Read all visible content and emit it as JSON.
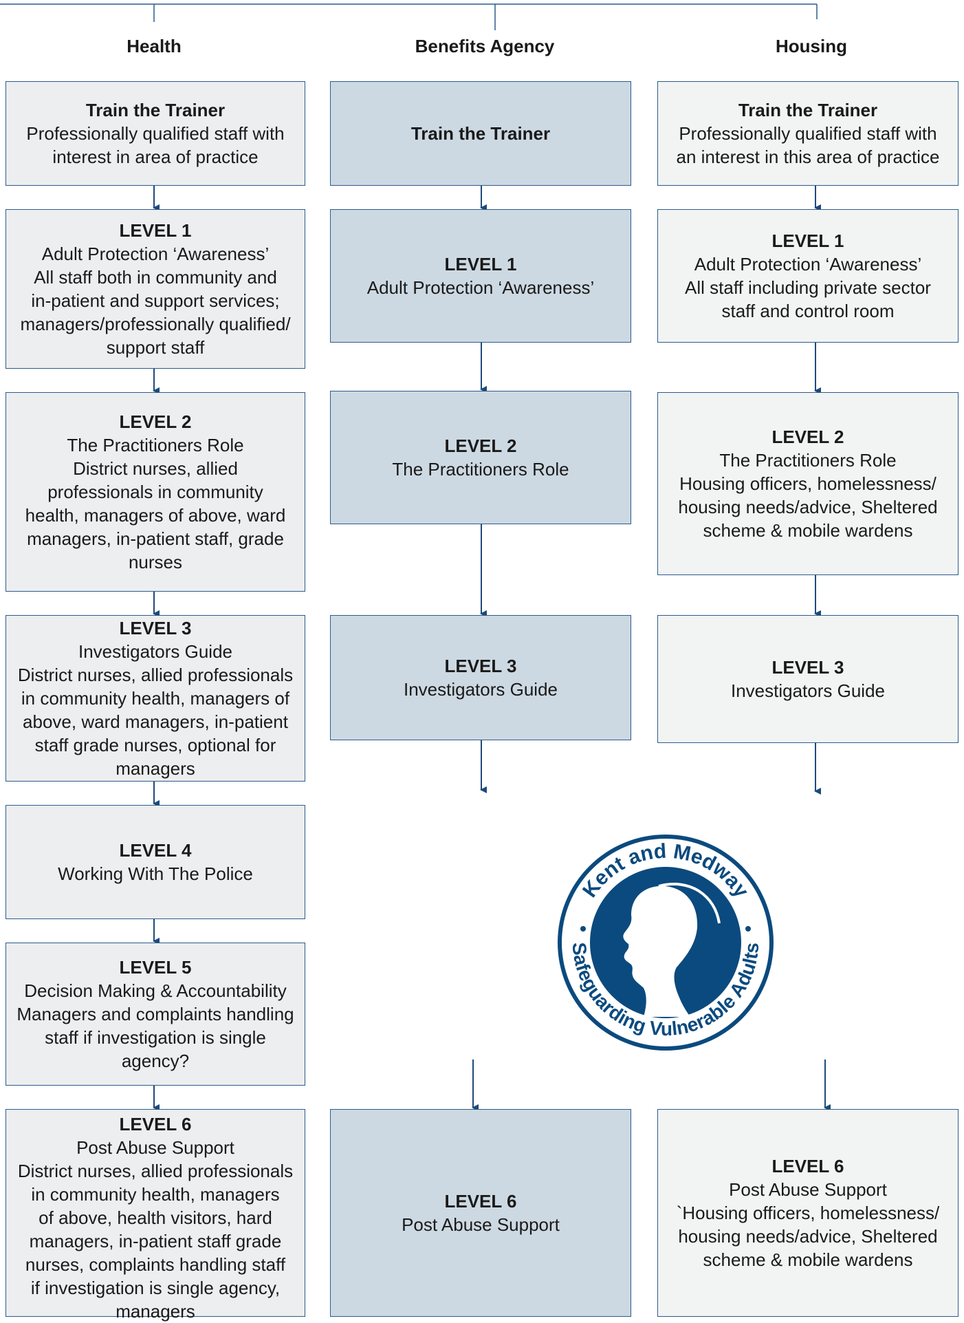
{
  "columns": {
    "health": {
      "heading": "Health",
      "boxes": [
        {
          "title": "Train the Trainer",
          "desc": "Professionally qualified staff with\ninterest in area of practice"
        },
        {
          "title": "LEVEL 1",
          "desc": "Adult Protection ‘Awareness’\nAll staff both in community and\nin-patient and support services;\nmanagers/professionally qualified/\nsupport staff"
        },
        {
          "title": "LEVEL 2",
          "desc": "The Practitioners Role\nDistrict nurses, allied\nprofessionals in community\nhealth, managers of above, ward\nmanagers, in-patient staff, grade\nnurses"
        },
        {
          "title": "LEVEL 3",
          "desc": "Investigators Guide\nDistrict nurses, allied professionals\nin community health, managers of\nabove, ward managers, in-patient\nstaff grade nurses, optional for\nmanagers"
        },
        {
          "title": "LEVEL 4",
          "desc": "Working With The Police"
        },
        {
          "title": "LEVEL 5",
          "desc": "Decision Making & Accountability\nManagers and complaints handling\nstaff if investigation is single\nagency?"
        },
        {
          "title": "LEVEL 6",
          "desc": "Post Abuse Support\nDistrict nurses, allied professionals\nin community health, managers\nof above, health visitors, hard\nmanagers, in-patient staff grade\nnurses, complaints handling staff\nif investigation is single agency,\nmanagers"
        }
      ]
    },
    "benefits": {
      "heading": "Benefits Agency",
      "boxes": [
        {
          "title": "Train the Trainer",
          "desc": ""
        },
        {
          "title": "LEVEL 1",
          "desc": "Adult Protection ‘Awareness’"
        },
        {
          "title": "LEVEL 2",
          "desc": "The Practitioners Role"
        },
        {
          "title": "LEVEL 3",
          "desc": "Investigators Guide"
        },
        {
          "title": "LEVEL 6",
          "desc": "Post Abuse Support"
        }
      ]
    },
    "housing": {
      "heading": "Housing",
      "boxes": [
        {
          "title": "Train the Trainer",
          "desc": "Professionally qualified staff with\nan interest in this area of practice"
        },
        {
          "title": "LEVEL 1",
          "desc": "Adult Protection ‘Awareness’\nAll staff including private sector\nstaff and control room"
        },
        {
          "title": "LEVEL 2",
          "desc": "The Practitioners Role\nHousing officers, homelessness/\nhousing needs/advice, Sheltered\nscheme & mobile wardens"
        },
        {
          "title": "LEVEL 3",
          "desc": "Investigators Guide"
        },
        {
          "title": "LEVEL 6",
          "desc": "Post Abuse Support\n`Housing officers, homelessness/\nhousing needs/advice, Sheltered\nscheme & mobile wardens"
        }
      ]
    }
  },
  "logo": {
    "top_text": "Kent and Medway",
    "bottom_text": "Safeguarding Vulnerable Adults",
    "color": "#0b4a7e"
  },
  "colors": {
    "line": "#2c5b8c",
    "health_fill": "#eceeef",
    "benefits_fill": "#cdd9e2",
    "housing_fill": "#f2f3f3"
  }
}
